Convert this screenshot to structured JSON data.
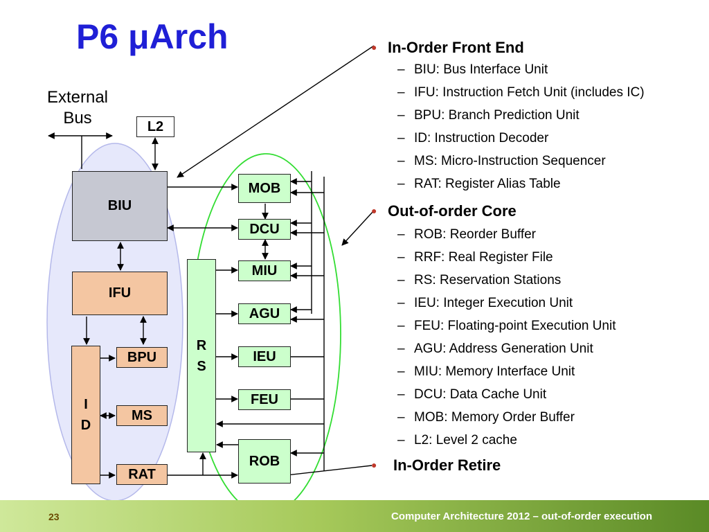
{
  "slide": {
    "title": "P6 μArch",
    "external_bus": "External\nBus",
    "page_number": "23",
    "footer": "Computer Architecture 2012 – out-of-order execution"
  },
  "diagram": {
    "blocks": {
      "l2": "L2",
      "biu": "BIU",
      "ifu": "IFU",
      "bpu": "BPU",
      "ms": "MS",
      "rat": "RAT",
      "id": "I\nD",
      "rs": "R\nS",
      "mob": "MOB",
      "dcu": "DCU",
      "miu": "MIU",
      "agu": "AGU",
      "ieu": "IEU",
      "feu": "FEU",
      "rob": "ROB"
    },
    "colors": {
      "title": "#1f1fd6",
      "front_end_oval": "#e6e8fb",
      "core_oval": "#33dd33",
      "exec_unit": "#ccffcc",
      "front_unit": "#f4c6a2",
      "biu": "#c6c8d2",
      "bullet": "#c0392b"
    }
  },
  "bullets": [
    {
      "label": "In-Order Front End",
      "items": [
        "BIU: Bus Interface Unit",
        "IFU: Instruction Fetch Unit (includes IC)",
        "BPU: Branch Prediction Unit",
        "ID: Instruction Decoder",
        "MS: Micro-Instruction Sequencer",
        "RAT: Register Alias Table"
      ]
    },
    {
      "label": "Out-of-order Core",
      "items": [
        "ROB: Reorder Buffer",
        "RRF: Real Register File",
        "RS: Reservation Stations",
        "IEU: Integer Execution Unit",
        "FEU: Floating-point Execution Unit",
        "AGU: Address Generation Unit",
        "MIU: Memory Interface Unit",
        "DCU: Data Cache Unit",
        "MOB: Memory Order Buffer",
        "L2: Level 2 cache"
      ]
    },
    {
      "label": "In-Order Retire",
      "items": []
    }
  ]
}
